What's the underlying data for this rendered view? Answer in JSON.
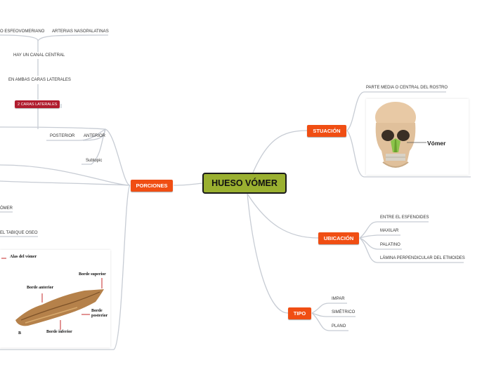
{
  "central": "HUESO VÓMER",
  "branches": {
    "situacion": {
      "label": "STUACIÓN",
      "items": [
        "PARTE MEDIA O CENTRAL DEL ROSTRO"
      ],
      "image_label": "Vómer"
    },
    "ubicacion": {
      "label": "UBICACIÓN",
      "items": [
        "ENTRE EL ESFENOIDES",
        "MAXILAR",
        "PALATINO",
        "LÁMINA PERPENDICULAR DEL ETMOIDES"
      ]
    },
    "tipo": {
      "label": "TIPO",
      "items": [
        "IMPAR",
        "SIMÉTRICO",
        "PLANO"
      ]
    },
    "porciones": {
      "label": "PORCIONES",
      "items": [
        "O ESFEOVOMERIANO",
        "ARTERIAS NASOPALATINAS",
        "HAY UN CANAL CENTRAL",
        "EN AMBAS CARAS LATERALES",
        "POSTERIOR",
        "ANTERIOR",
        "Subtopic",
        "ÓMER",
        "EL TABIQUE OSEO"
      ],
      "tag": "2 CARAS LATERALES",
      "image_labels": {
        "alas": "Alas del vómer",
        "superior": "Borde superior",
        "anterior": "Borde anterior",
        "posterior": "Borde posterior",
        "inferior": "Borde inferior",
        "letter": "B"
      }
    }
  },
  "colors": {
    "central_fill": "#9ab030",
    "main_topic": "#f04e13",
    "tag": "#b01c2e",
    "connector": "#c4c9d2",
    "skull_highlight": "#8bc34a"
  }
}
